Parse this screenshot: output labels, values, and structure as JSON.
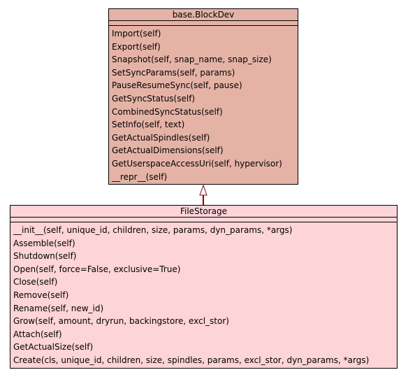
{
  "colors": {
    "base_fill": "#e5b3a6",
    "derived_fill": "#fdd4d7",
    "connector": "#8b0000",
    "border": "#000000"
  },
  "base_class": {
    "name": "base.BlockDev",
    "methods": [
      "Import(self)",
      "Export(self)",
      "Snapshot(self, snap_name, snap_size)",
      "SetSyncParams(self, params)",
      "PauseResumeSync(self, pause)",
      "GetSyncStatus(self)",
      "CombinedSyncStatus(self)",
      "SetInfo(self, text)",
      "GetActualSpindles(self)",
      "GetActualDimensions(self)",
      "GetUserspaceAccessUri(self, hypervisor)",
      "__repr__(self)"
    ]
  },
  "derived_class": {
    "name": "FileStorage",
    "methods": [
      "__init__(self, unique_id, children, size, params, dyn_params, *args)",
      "Assemble(self)",
      "Shutdown(self)",
      "Open(self, force=False, exclusive=True)",
      "Close(self)",
      "Remove(self)",
      "Rename(self, new_id)",
      "Grow(self, amount, dryrun, backingstore, excl_stor)",
      "Attach(self)",
      "GetActualSize(self)",
      "Create(cls, unique_id, children, size, spindles, params, excl_stor, dyn_params, *args)"
    ]
  }
}
